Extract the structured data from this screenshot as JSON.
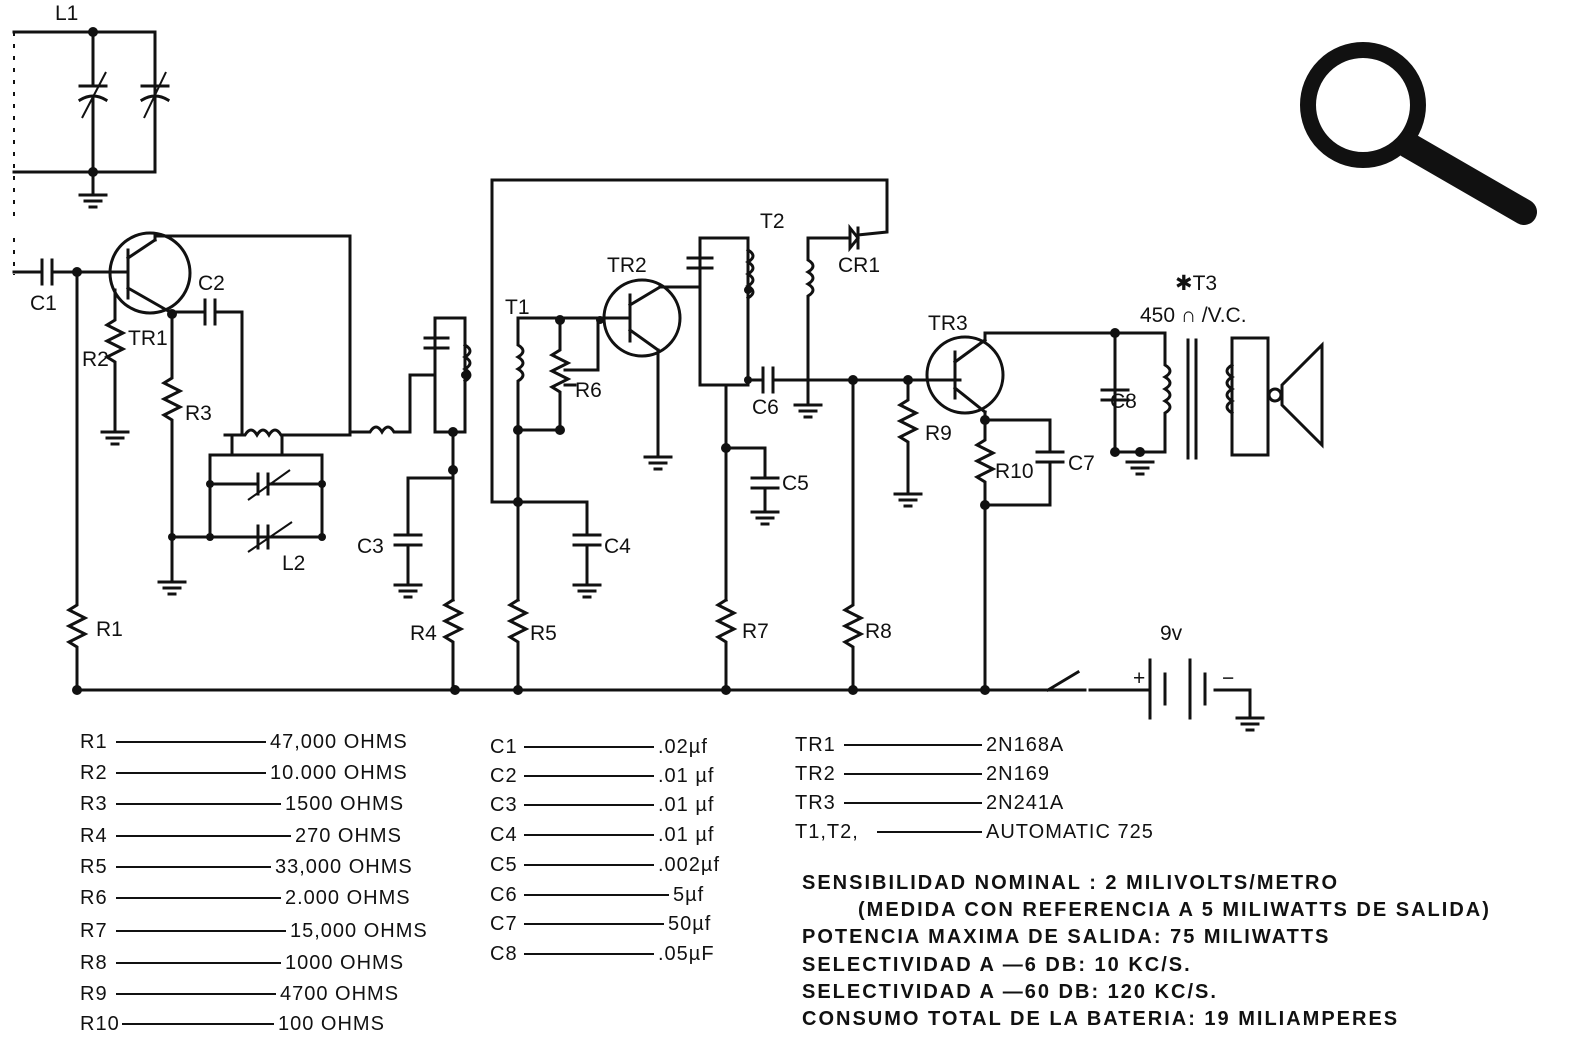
{
  "labels": {
    "L1": "L1",
    "C1": "C1",
    "R2": "R2",
    "TR1": "TR1",
    "C2": "C2",
    "R3": "R3",
    "L2": "L2",
    "R1": "R1",
    "C3": "C3",
    "R4": "R4",
    "T1": "T1",
    "TR2": "TR2",
    "R6": "R6",
    "C4": "C4",
    "R5": "R5",
    "T2": "T2",
    "C6": "C6",
    "C5": "C5",
    "R7": "R7",
    "CR1": "CR1",
    "R8": "R8",
    "TR3": "TR3",
    "R9": "R9",
    "R10": "R10",
    "C7": "C7",
    "C8": "C8",
    "T3": "✱T3",
    "T3_spec": "450 ∩ /V.C.",
    "battery": "9v",
    "plus": "+",
    "minus": "−"
  },
  "resistors": [
    {
      "name": "R1",
      "value": "47,000 OHMS"
    },
    {
      "name": "R2",
      "value": "10.000 OHMS"
    },
    {
      "name": "R3",
      "value": "1500 OHMS"
    },
    {
      "name": "R4",
      "value": "270 OHMS"
    },
    {
      "name": "R5",
      "value": "33,000 OHMS"
    },
    {
      "name": "R6",
      "value": "2.000 OHMS"
    },
    {
      "name": "R7",
      "value": "15,000 OHMS"
    },
    {
      "name": "R8",
      "value": "1000 OHMS"
    },
    {
      "name": "R9",
      "value": "4700 OHMS"
    },
    {
      "name": "R10",
      "value": "100 OHMS"
    }
  ],
  "capacitors": [
    {
      "name": "C1",
      "value": ".02µf"
    },
    {
      "name": "C2",
      "value": ".01 µf"
    },
    {
      "name": "C3",
      "value": ".01 µf"
    },
    {
      "name": "C4",
      "value": ".01 µf"
    },
    {
      "name": "C5",
      "value": ".002µf"
    },
    {
      "name": "C6",
      "value": "5µf"
    },
    {
      "name": "C7",
      "value": "50µf"
    },
    {
      "name": "C8",
      "value": ".05µF"
    }
  ],
  "semiconductors": [
    {
      "name": "TR1",
      "value": "2N168A"
    },
    {
      "name": "TR2",
      "value": "2N169"
    },
    {
      "name": "TR3",
      "value": "2N241A"
    },
    {
      "name": "T1,T2,",
      "value": "AUTOMATIC 725"
    }
  ],
  "specs": [
    "SENSIBILIDAD NOMINAL : 2 MILIVOLTS/METRO",
    "(MEDIDA CON REFERENCIA A  5 MILIWATTS DE SALIDA)",
    "POTENCIA MAXIMA DE SALIDA: 75 MILIWATTS",
    "SELECTIVIDAD A —6 DB: 10 KC/S.",
    "SELECTIVIDAD A —60 DB: 120 KC/S.",
    "CONSUMO TOTAL DE LA BATERIA: 19 MILIAMPERES"
  ],
  "icons": {
    "zoom": "magnifier-icon"
  }
}
